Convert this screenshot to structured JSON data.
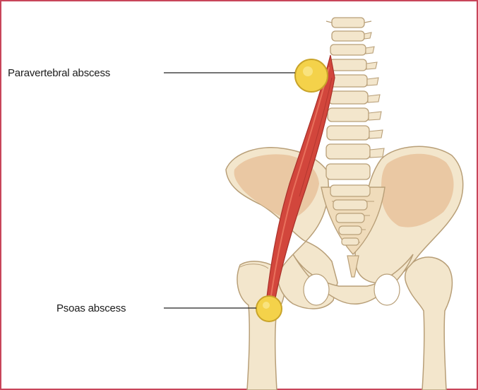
{
  "labels": {
    "paravertebral": "Paravertebral abscess",
    "psoas": "Psoas abscess"
  },
  "colors": {
    "frame": "#c8455a",
    "bone": "#f3e6cc",
    "bone_outline": "#b89f78",
    "pelvis_shade": "#e7c29b",
    "muscle": "#d2463c",
    "muscle_highlight": "#ee7a64",
    "abscess": "#f4d24a",
    "leader_line": "#222222"
  },
  "icons": {
    "paravertebral_marker": "yellow-abscess-circle",
    "psoas_marker": "yellow-abscess-circle"
  }
}
